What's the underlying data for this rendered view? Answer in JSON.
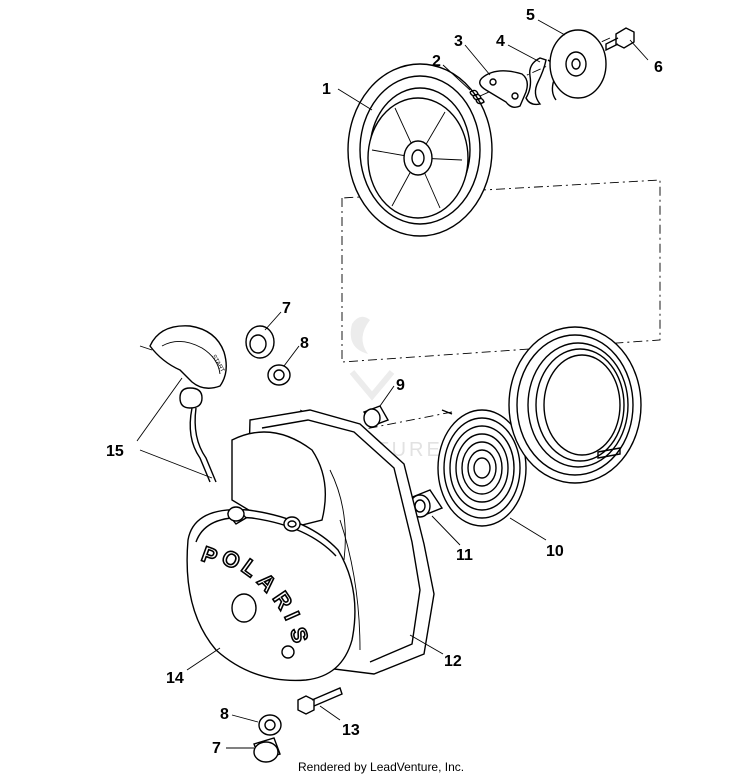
{
  "callouts": {
    "c1": "1",
    "c2": "2",
    "c3": "3",
    "c4": "4",
    "c5": "5",
    "c6": "6",
    "c7_top": "7",
    "c8_top": "8",
    "c9": "9",
    "c10": "10",
    "c11": "11",
    "c12": "12",
    "c13": "13",
    "c14": "14",
    "c15": "15",
    "c8_bottom": "8",
    "c7_bottom": "7"
  },
  "logo": {
    "letters": [
      "P",
      "O",
      "L",
      "A",
      "R",
      "I",
      "S"
    ]
  },
  "handle_text": "START",
  "watermark": "LEADVENTURE",
  "footer": "Rendered by LeadVenture, Inc."
}
